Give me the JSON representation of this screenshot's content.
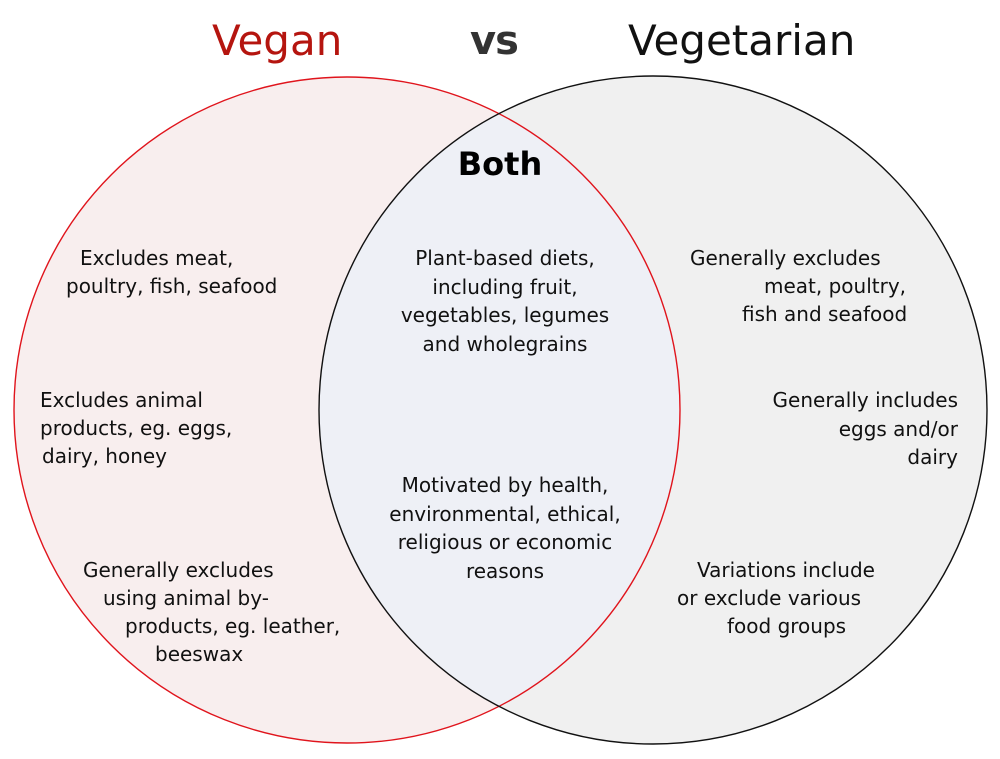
{
  "titles": {
    "left": "Vegan",
    "middle": "vs",
    "right": "Vegetarian"
  },
  "colors": {
    "vegan_title": "#b5150f",
    "vegan_stroke": "#e0141c",
    "vegan_fill": "#f8eeee",
    "vegetarian_stroke": "#111111",
    "vegetarian_fill": "#f0f0f0",
    "overlap_fill": "#eef0f6",
    "vs_color": "#333333"
  },
  "vegan": {
    "items": [
      {
        "lines": [
          "Excludes meat,",
          "poultry, fish, seafood"
        ]
      },
      {
        "lines": [
          "Excludes animal",
          "products, eg. eggs,",
          "dairy, honey"
        ]
      },
      {
        "lines": [
          "Generally excludes",
          "using animal by-",
          "products, eg. leather,",
          "beeswax"
        ]
      }
    ]
  },
  "both": {
    "heading": "Both",
    "items": [
      {
        "lines": [
          "Plant-based diets,",
          "including fruit,",
          "vegetables, legumes",
          "and wholegrains"
        ]
      },
      {
        "lines": [
          "Motivated by health,",
          "environmental, ethical,",
          "religious or economic",
          "reasons"
        ]
      }
    ]
  },
  "vegetarian": {
    "items": [
      {
        "lines": [
          "Generally excludes",
          "meat, poultry,",
          "fish and seafood"
        ]
      },
      {
        "lines": [
          "Generally includes",
          "eggs and/or",
          "dairy"
        ]
      },
      {
        "lines": [
          "Variations include",
          "or exclude various",
          "food groups"
        ]
      }
    ]
  }
}
